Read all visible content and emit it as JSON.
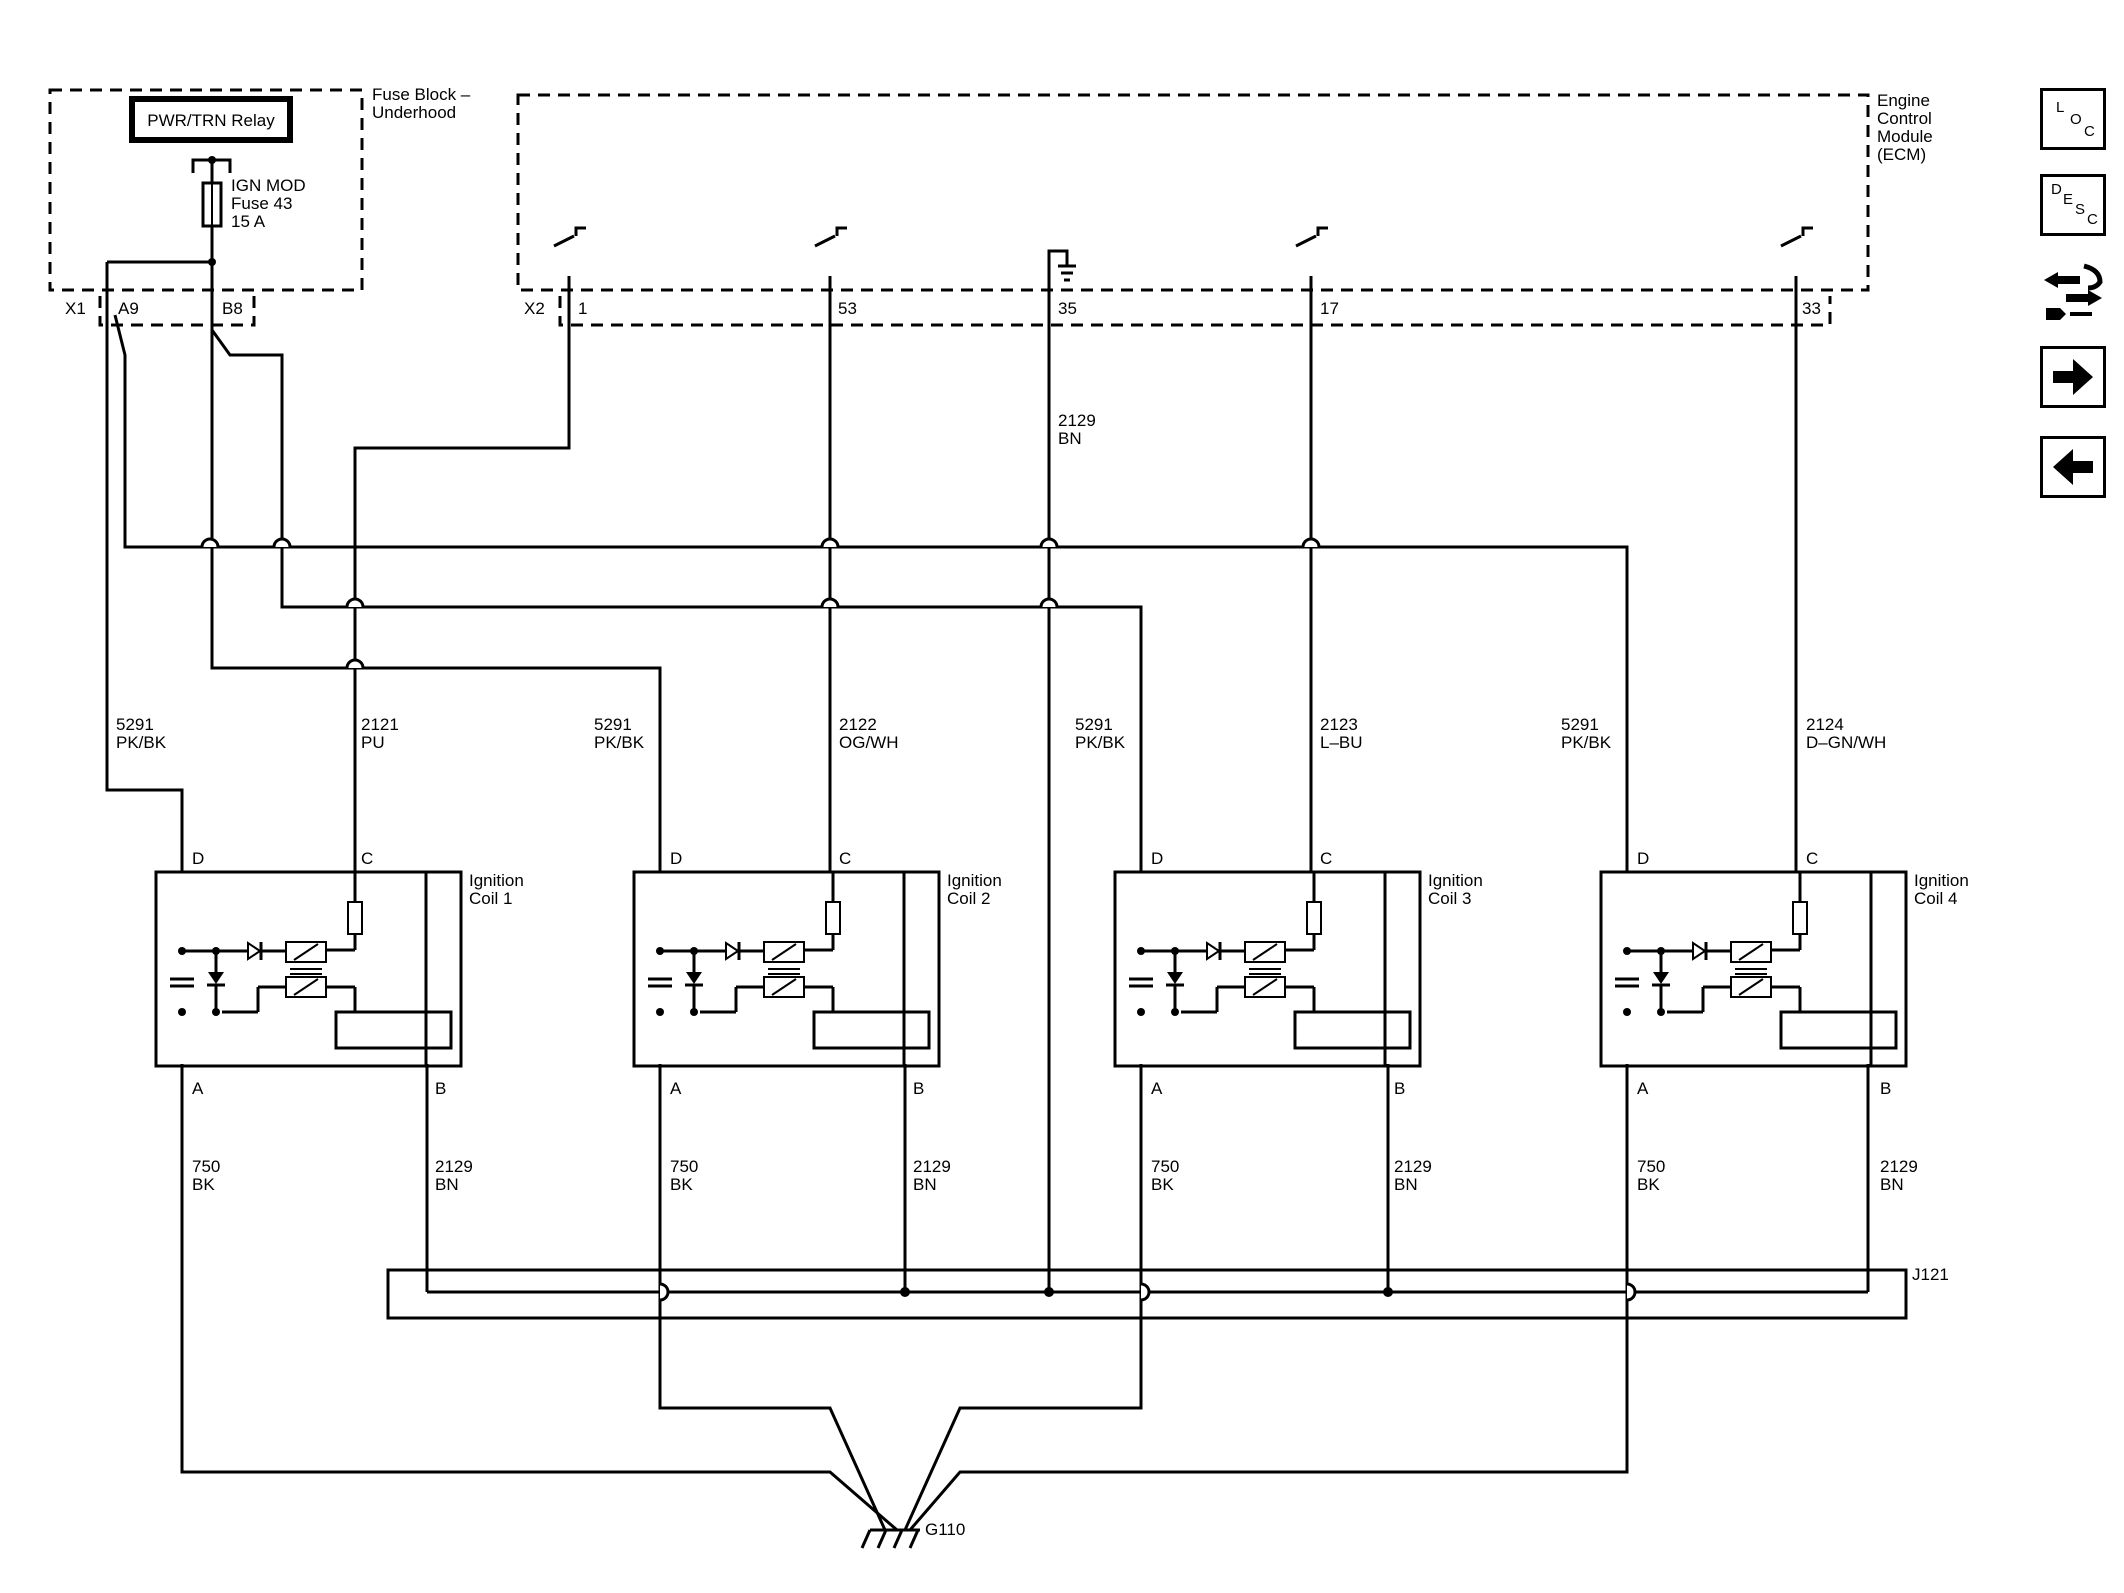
{
  "fuse_block": {
    "title_line1": "Fuse Block –",
    "title_line2": "Underhood",
    "relay": "PWR/TRN Relay",
    "fuse_line1": "IGN MOD",
    "fuse_line2": "Fuse 43",
    "fuse_line3": "15 A",
    "connector": "X1",
    "pin_a": "A9",
    "pin_b": "B8"
  },
  "ecm": {
    "title_line1": "Engine",
    "title_line2": "Control",
    "title_line3": "Module",
    "title_line4": "(ECM)",
    "connector": "X2",
    "pins": [
      "1",
      "53",
      "35",
      "17",
      "33"
    ]
  },
  "ground_wire": {
    "circuit": "2129",
    "color": "BN"
  },
  "coils": [
    {
      "title_line1": "Ignition",
      "title_line2": "Coil 1",
      "pwr_circuit": "5291",
      "pwr_color": "PK/BK",
      "ctrl_circuit": "2121",
      "ctrl_color": "PU",
      "gnd_circuit": "750",
      "gnd_color": "BK",
      "low_circuit": "2129",
      "low_color": "BN",
      "pin_d": "D",
      "pin_c": "C",
      "pin_a": "A",
      "pin_b": "B"
    },
    {
      "title_line1": "Ignition",
      "title_line2": "Coil 2",
      "pwr_circuit": "5291",
      "pwr_color": "PK/BK",
      "ctrl_circuit": "2122",
      "ctrl_color": "OG/WH",
      "gnd_circuit": "750",
      "gnd_color": "BK",
      "low_circuit": "2129",
      "low_color": "BN",
      "pin_d": "D",
      "pin_c": "C",
      "pin_a": "A",
      "pin_b": "B"
    },
    {
      "title_line1": "Ignition",
      "title_line2": "Coil 3",
      "pwr_circuit": "5291",
      "pwr_color": "PK/BK",
      "ctrl_circuit": "2123",
      "ctrl_color": "L–BU",
      "gnd_circuit": "750",
      "gnd_color": "BK",
      "low_circuit": "2129",
      "low_color": "BN",
      "pin_d": "D",
      "pin_c": "C",
      "pin_a": "A",
      "pin_b": "B"
    },
    {
      "title_line1": "Ignition",
      "title_line2": "Coil 4",
      "pwr_circuit": "5291",
      "pwr_color": "PK/BK",
      "ctrl_circuit": "2124",
      "ctrl_color": "D–GN/WH",
      "gnd_circuit": "750",
      "gnd_color": "BK",
      "low_circuit": "2129",
      "low_color": "BN",
      "pin_d": "D",
      "pin_c": "C",
      "pin_a": "A",
      "pin_b": "B"
    }
  ],
  "splice": "J121",
  "ground": "G110",
  "nav": {
    "loc_l": "L",
    "loc_o": "O",
    "loc_c": "C",
    "desc_d": "D",
    "desc_e": "E",
    "desc_s": "S",
    "desc_c": "C",
    "icons": [
      "location-icon",
      "description-icon",
      "connector-icon",
      "next-arrow-icon",
      "back-arrow-icon"
    ]
  }
}
